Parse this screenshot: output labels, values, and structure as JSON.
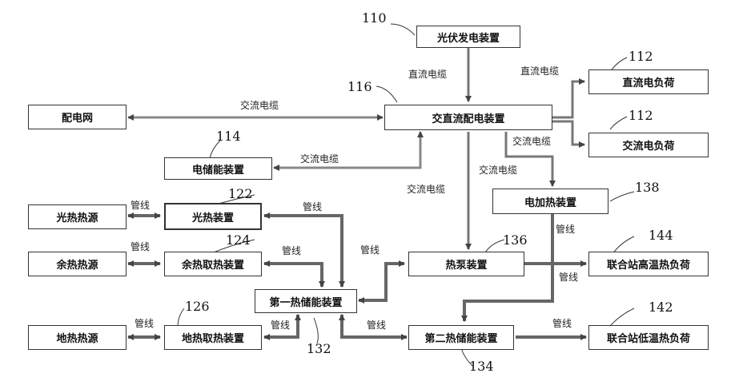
{
  "boxes": {
    "pv": "光伏发电装置",
    "acdc": "交直流配电装置",
    "grid": "配电网",
    "dc_load": "直流电负荷",
    "ac_load": "交流电负荷",
    "elec_storage": "电储能装置",
    "electric_heater": "电加热装置",
    "solar_heat_source": "光热热源",
    "solar_heat_device": "光热装置",
    "waste_heat_source": "余热热源",
    "waste_heat_device": "余热取热装置",
    "heat_pump": "热泵装置",
    "high_temp_load": "联合站高温热负荷",
    "first_storage": "第一热储能装置",
    "geo_source": "地热热源",
    "geo_device": "地热取热装置",
    "second_storage": "第二热储能装置",
    "low_temp_load": "联合站低温热负荷"
  },
  "refs": {
    "r110": "110",
    "r112a": "112",
    "r112b": "112",
    "r114": "114",
    "r116": "116",
    "r122": "122",
    "r124": "124",
    "r126": "126",
    "r132": "132",
    "r134": "134",
    "r136": "136",
    "r138": "138",
    "r142": "142",
    "r144": "144"
  },
  "labels": {
    "dc_cable_pv": "直流电缆",
    "dc_cable_load": "直流电缆",
    "ac_cable_grid": "交流电缆",
    "ac_cable_acload": "交流电缆",
    "ac_cable_storage": "交流电缆",
    "ac_cable_heater": "交流电缆",
    "ac_cable_pump": "交流电缆",
    "pipe_solar_src": "管线",
    "pipe_solar_dev": "管线",
    "pipe_waste_src": "管线",
    "pipe_waste_dev": "管线",
    "pipe_heater": "管线",
    "pipe_pump": "管线",
    "pipe_high": "管线",
    "pipe_geo_src": "管线",
    "pipe_geo_dev": "管线",
    "pipe_second": "管线",
    "pipe_low": "管线"
  }
}
